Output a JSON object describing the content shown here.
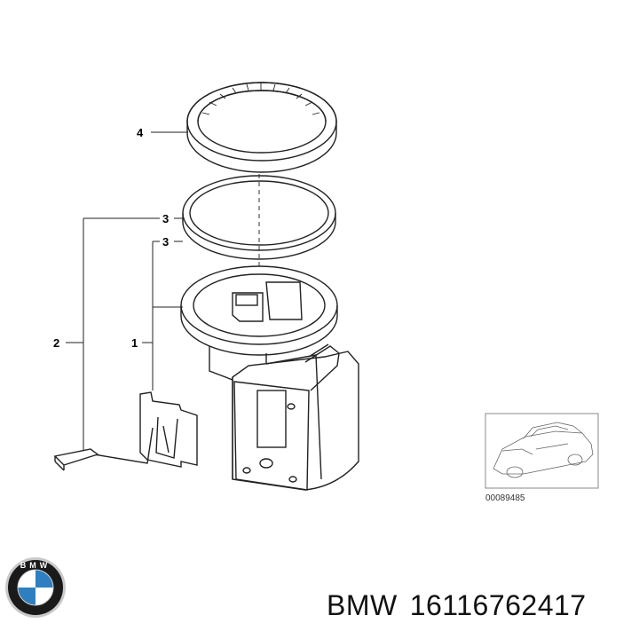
{
  "diagram": {
    "callouts": [
      {
        "id": "c4",
        "label": "4"
      },
      {
        "id": "c3a",
        "label": "3"
      },
      {
        "id": "c3b",
        "label": "3"
      },
      {
        "id": "c2",
        "label": "2"
      },
      {
        "id": "c1",
        "label": "1"
      }
    ],
    "thumbnail_code": "00089485"
  },
  "logo": {
    "text": "BMW",
    "colors": {
      "ring": "#1a1a1a",
      "blue": "#2f7fc0",
      "white": "#ffffff",
      "chrome": "#c9c9c9"
    }
  },
  "caption": {
    "brand": "BMW",
    "part_number": "16116762417"
  }
}
